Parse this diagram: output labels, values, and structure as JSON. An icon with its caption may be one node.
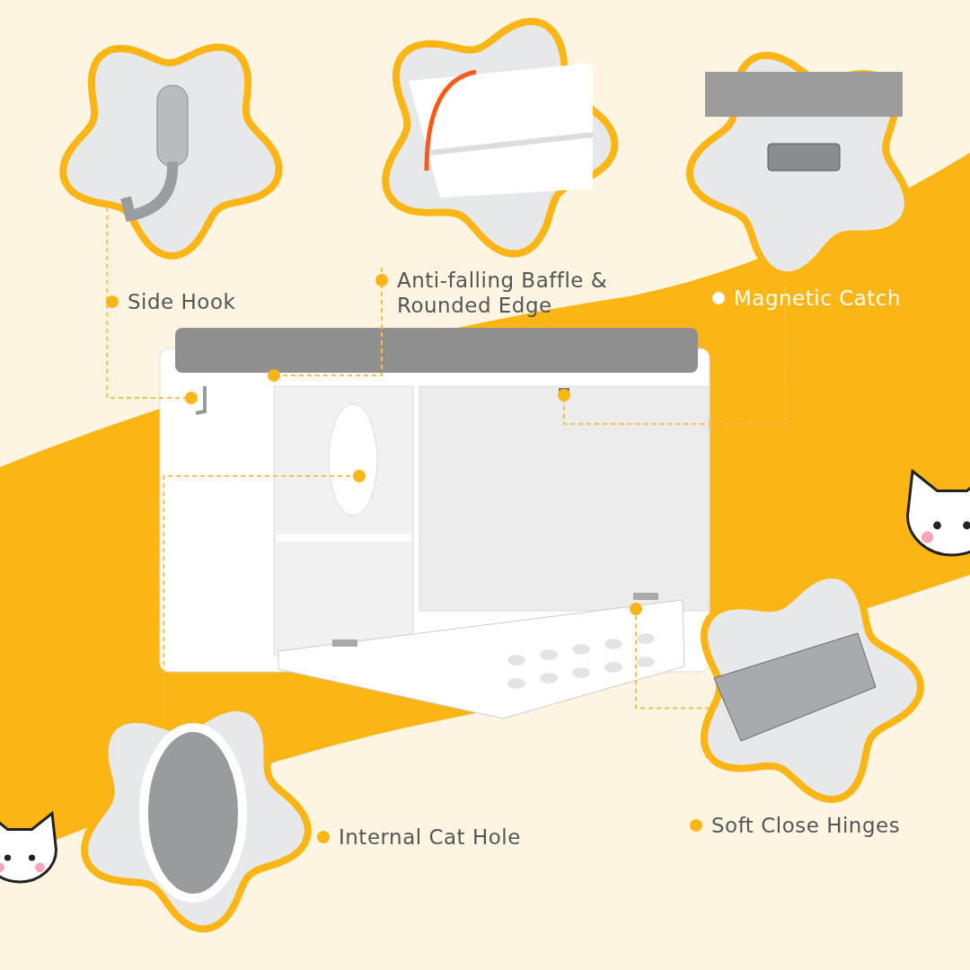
{
  "diagram": {
    "nodes": [
      {
        "text": [],
        "shape": "picture"
      },
      {
        "text": [],
        "shape": "picture"
      },
      {
        "text": [],
        "shape": "picture"
      },
      {
        "text": [],
        "shape": "picture"
      },
      {
        "text": [],
        "shape": "picture"
      },
      {
        "text": [],
        "shape": "picture"
      },
      {
        "text": [
          "Side Hook"
        ]
      },
      {
        "text": [
          "Anti-falling Baffle & Rounded Edge"
        ]
      },
      {
        "text": [
          "Magnetic Catch"
        ]
      },
      {
        "text": [
          "Internal Cat Hole"
        ]
      },
      {
        "text": [
          "Soft Close Hinges"
        ]
      }
    ],
    "edges": [
      {
        "from": 1,
        "to": 0,
        "arrow": "none",
        "style": "dashed"
      },
      {
        "from": 7,
        "to": 0,
        "arrow": "none",
        "style": "dashed"
      },
      {
        "from": 3,
        "to": 0,
        "arrow": "none",
        "style": "dashed"
      },
      {
        "from": 4,
        "to": 0,
        "arrow": "none",
        "style": "dashed"
      },
      {
        "from": 5,
        "to": 0,
        "arrow": "none",
        "style": "dashed"
      }
    ]
  }
}
